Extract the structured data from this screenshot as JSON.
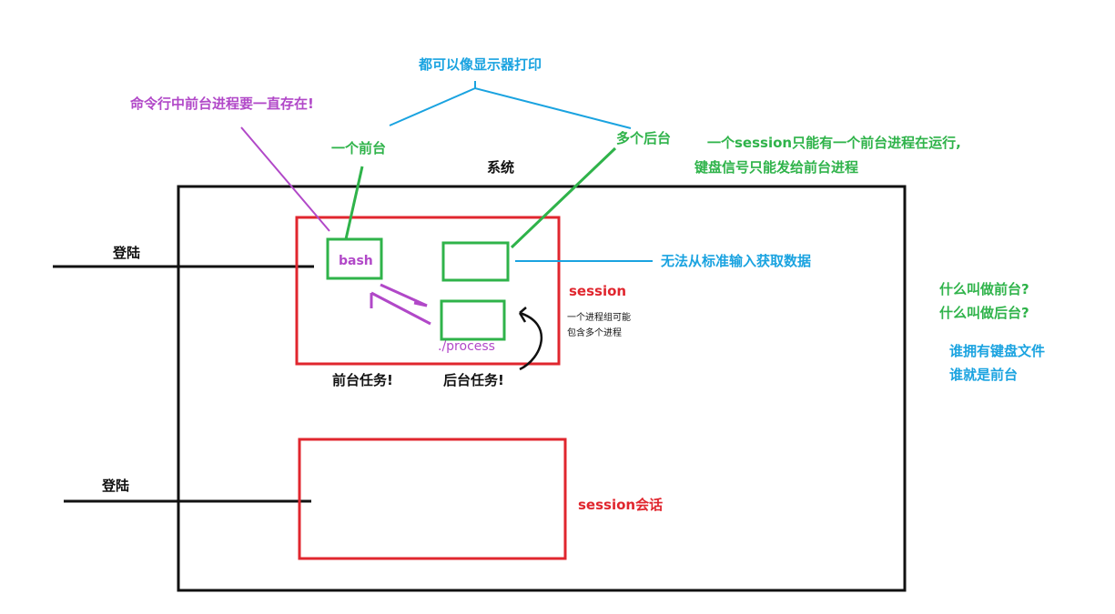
{
  "labels": {
    "shared_print": "都可以像显示器打印",
    "cmd_foreground_note": "命令行中前台进程要一直存在!",
    "one_foreground": "一个前台",
    "multi_background": "多个后台",
    "session_rule_line1": "一个session只能有一个前台进程在运行,",
    "session_rule_line2": "键盘信号只能发给前台进程",
    "system": "系统",
    "login_1": "登陆",
    "login_2": "登陆",
    "bash": "bash",
    "no_stdin": "无法从标准输入获取数据",
    "session": "session",
    "pgroup_line1": "一个进程组可能",
    "pgroup_line2": "包含多个进程",
    "process": "./process",
    "foreground_task": "前台任务!",
    "background_task": "后台任务!",
    "session_chat": "session会话",
    "q_foreground": "什么叫做前台?",
    "q_background": "什么叫做后台?",
    "answer_line1": "谁拥有键盘文件",
    "answer_line2": "谁就是前台"
  },
  "colors": {
    "blue": "#1aa3e0",
    "green": "#2fb34a",
    "purple": "#b148c8",
    "red": "#e0262e",
    "black": "#111111"
  }
}
